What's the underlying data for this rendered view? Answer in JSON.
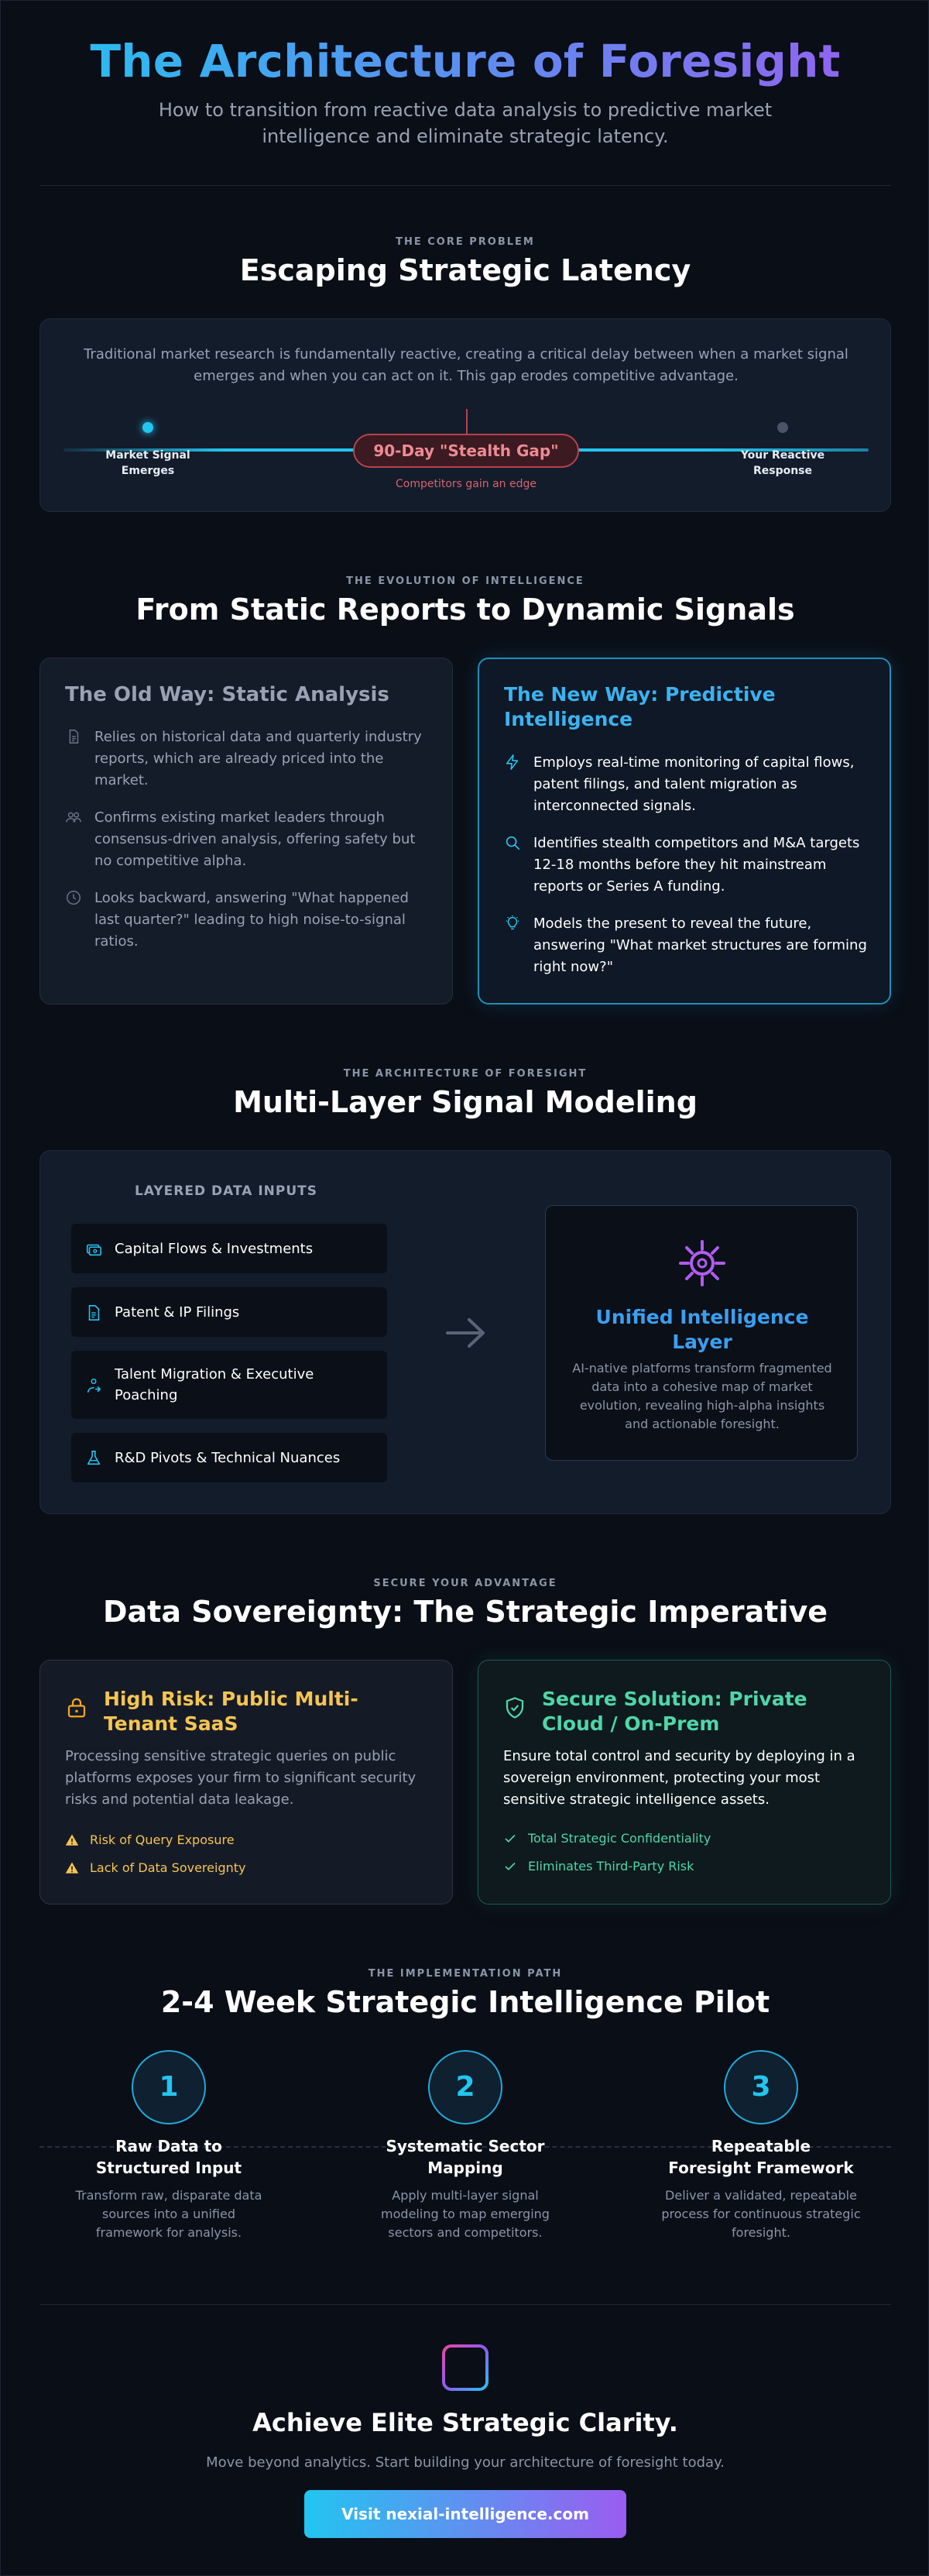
{
  "header": {
    "title": "The Architecture of Foresight",
    "subtitle": "How to transition from reactive data analysis to predictive market intelligence and eliminate strategic latency."
  },
  "core_problem": {
    "eyebrow": "THE CORE PROBLEM",
    "title": "Escaping Strategic Latency",
    "description": "Traditional market research is fundamentally reactive, creating a critical delay between when a market signal emerges and when you can act on it. This gap erodes competitive advantage.",
    "signal_label": "Market Signal Emerges",
    "response_label": "Your Reactive Response",
    "gap_label": "90-Day \"Stealth Gap\"",
    "gap_note": "Competitors gain an edge"
  },
  "evolution": {
    "eyebrow": "THE EVOLUTION OF INTELLIGENCE",
    "title": "From Static Reports to Dynamic Signals",
    "old": {
      "title": "The Old Way: Static Analysis",
      "items": [
        {
          "icon": "document-icon",
          "text": "Relies on historical data and quarterly industry reports, which are already priced into the market."
        },
        {
          "icon": "users-icon",
          "text": "Confirms existing market leaders through consensus-driven analysis, offering safety but no competitive alpha."
        },
        {
          "icon": "clock-icon",
          "text": "Looks backward, answering \"What happened last quarter?\" leading to high noise-to-signal ratios."
        }
      ]
    },
    "new": {
      "title": "The New Way: Predictive Intelligence",
      "items": [
        {
          "icon": "lightning-icon",
          "text": "Employs real-time monitoring of capital flows, patent filings, and talent migration as interconnected signals."
        },
        {
          "icon": "search-icon",
          "text": "Identifies stealth competitors and M&A targets 12-18 months before they hit mainstream reports or Series A funding."
        },
        {
          "icon": "lightbulb-icon",
          "text": "Models the present to reveal the future, answering \"What market structures are forming right now?\""
        }
      ]
    }
  },
  "signal_modeling": {
    "eyebrow": "THE ARCHITECTURE OF FORESIGHT",
    "title": "Multi-Layer Signal Modeling",
    "inputs_heading": "LAYERED DATA INPUTS",
    "inputs": [
      {
        "icon": "money-icon",
        "label": "Capital Flows & Investments"
      },
      {
        "icon": "file-icon",
        "label": "Patent & IP Filings"
      },
      {
        "icon": "person-move-icon",
        "label": "Talent Migration & Executive Poaching"
      },
      {
        "icon": "flask-icon",
        "label": "R&D Pivots & Technical Nuances"
      }
    ],
    "output_title": "Unified Intelligence Layer",
    "output_text": "AI-native platforms transform fragmented data into a cohesive map of market evolution, revealing high-alpha insights and actionable foresight."
  },
  "sovereignty": {
    "eyebrow": "SECURE YOUR ADVANTAGE",
    "title": "Data Sovereignty: The Strategic Imperative",
    "risk": {
      "title": "High Risk: Public Multi-Tenant SaaS",
      "text": "Processing sensitive strategic queries on public platforms exposes your firm to significant security risks and potential data leakage.",
      "bullets": [
        "Risk of Query Exposure",
        "Lack of Data Sovereignty"
      ]
    },
    "secure": {
      "title": "Secure Solution: Private Cloud / On-Prem",
      "text": "Ensure total control and security by deploying in a sovereign environment, protecting your most sensitive strategic intelligence assets.",
      "bullets": [
        "Total Strategic Confidentiality",
        "Eliminates Third-Party Risk"
      ]
    },
    "colors": {
      "risk": "#f5c452",
      "secure": "#4fd6a8"
    }
  },
  "pilot": {
    "eyebrow": "THE IMPLEMENTATION PATH",
    "title": "2-4 Week Strategic Intelligence Pilot",
    "steps": [
      {
        "number": "1",
        "title": "Raw Data to Structured Input",
        "text": "Transform raw, disparate data sources into a unified framework for analysis."
      },
      {
        "number": "2",
        "title": "Systematic Sector Mapping",
        "text": "Apply multi-layer signal modeling to map emerging sectors and competitors."
      },
      {
        "number": "3",
        "title": "Repeatable Foresight Framework",
        "text": "Deliver a validated, repeatable process for continuous strategic foresight."
      }
    ]
  },
  "cta": {
    "title": "Achieve Elite Strategic Clarity.",
    "subtitle": "Move beyond analytics. Start building your architecture of foresight today.",
    "button_label": "Visit nexial-intelligence.com"
  }
}
